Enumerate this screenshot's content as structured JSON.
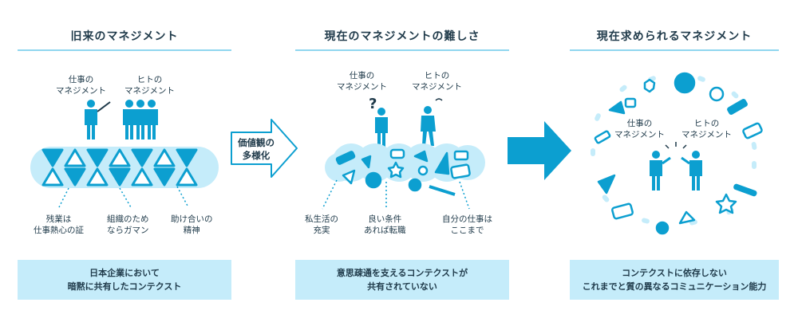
{
  "panels": {
    "p1": {
      "title": "旧来のマネジメント",
      "label_work": [
        "仕事の",
        "マネジメント"
      ],
      "label_people": [
        "ヒトの",
        "マネジメント"
      ],
      "notes": [
        [
          "残業は",
          "仕事熱心の証"
        ],
        [
          "組織のため",
          "ならガマン"
        ],
        [
          "助け合いの",
          "精神"
        ]
      ],
      "bottom": [
        "日本企業において",
        "暗黙に共有したコンテクスト"
      ]
    },
    "p2": {
      "title": "現在のマネジメントの難しさ",
      "label_work": [
        "仕事の",
        "マネジメント"
      ],
      "label_people": [
        "ヒトの",
        "マネジメント"
      ],
      "notes": [
        [
          "私生活の",
          "充実"
        ],
        [
          "良い条件",
          "あれば転職"
        ],
        [
          "自分の仕事は",
          "ここまで"
        ]
      ],
      "bottom": [
        "意思疎通を支えるコンテクストが",
        "共有されていない"
      ]
    },
    "p3": {
      "title": "現在求められるマネジメント",
      "label_work": [
        "仕事の",
        "マネジメント"
      ],
      "label_people": [
        "ヒトの",
        "マネジメント"
      ],
      "bottom": [
        "コンテクストに依存しない",
        "これまでと質の異なるコミュニケーション能力"
      ]
    }
  },
  "arrow1": [
    "価値観の",
    "多様化"
  ],
  "colors": {
    "accent": "#0c9fd0",
    "light": "#c5ecfa",
    "line": "#8fd6ef",
    "text": "#1f3a4a"
  }
}
